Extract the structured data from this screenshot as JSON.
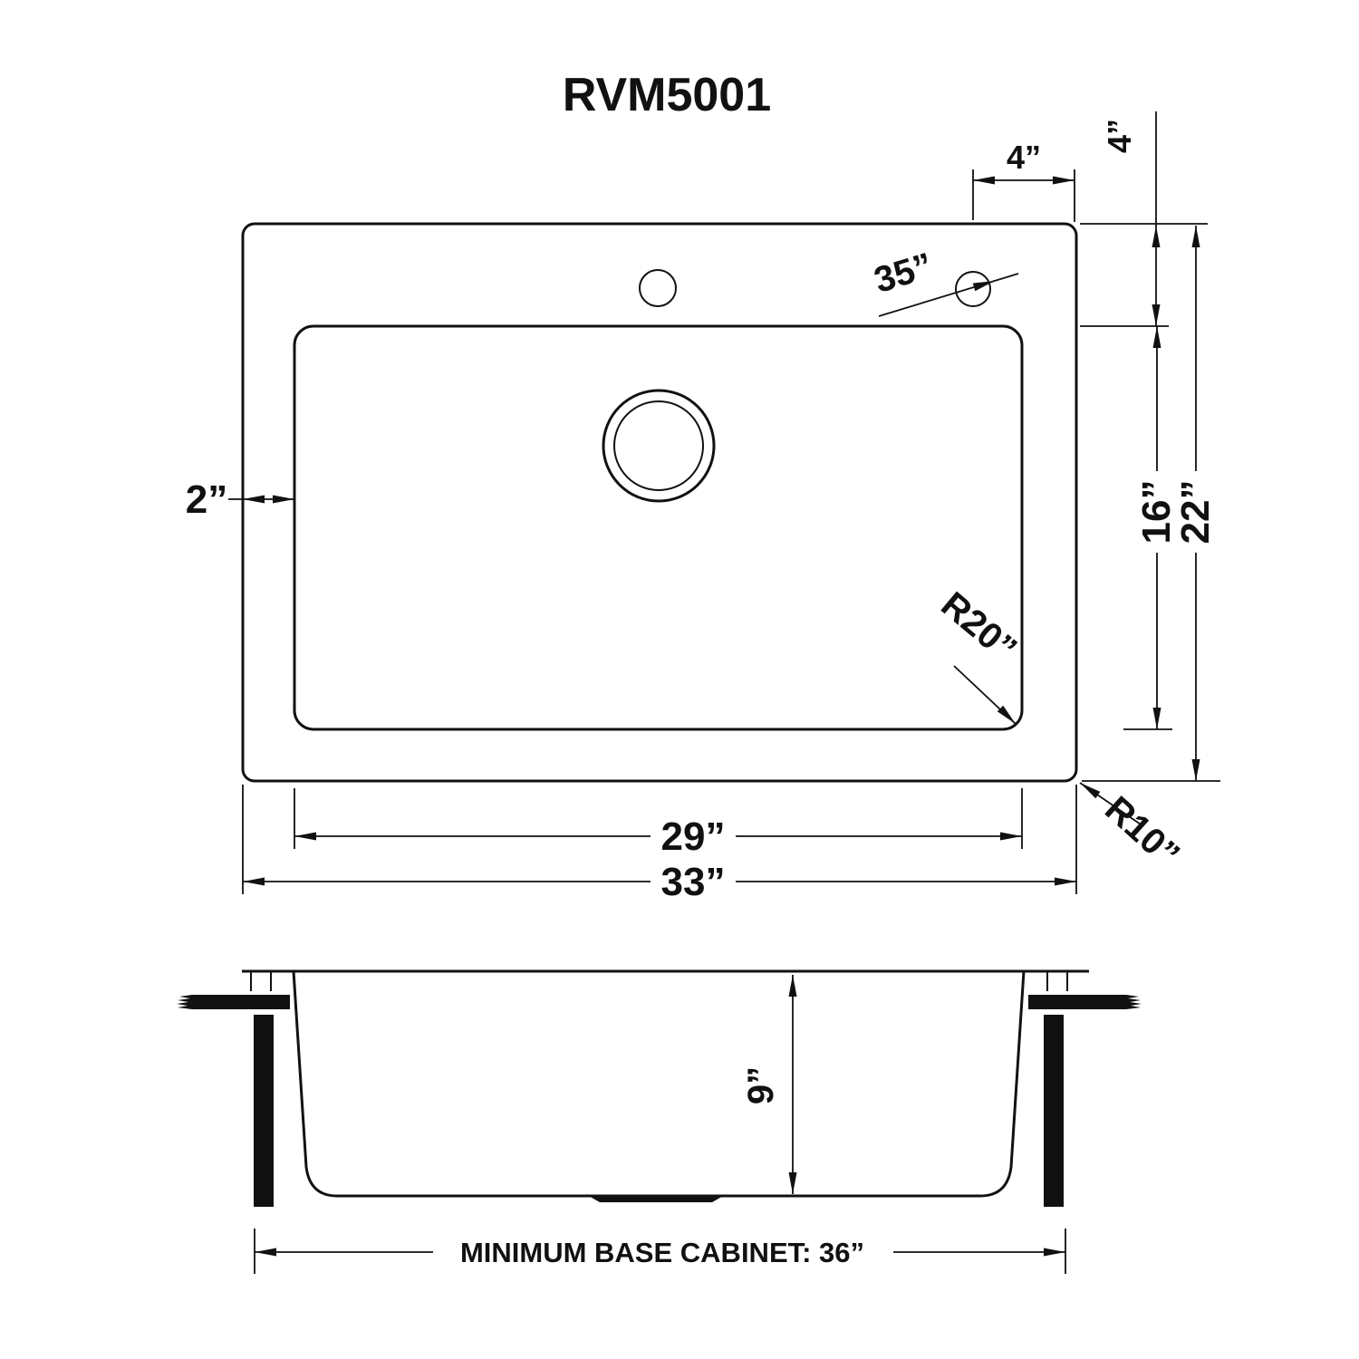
{
  "title": "RVM5001",
  "plan": {
    "offset_top": "4”",
    "offset_right": "4”",
    "hole_diameter": "35”",
    "reveal_left": "2”",
    "basin_depth": "16”",
    "overall_depth": "22”",
    "basin_corner_radius": "R20”",
    "deck_corner_radius": "R10”",
    "basin_width": "29”",
    "overall_width": "33”"
  },
  "section": {
    "bowl_depth": "9”",
    "min_base_cabinet": "MINIMUM BASE CABINET: 36”"
  }
}
